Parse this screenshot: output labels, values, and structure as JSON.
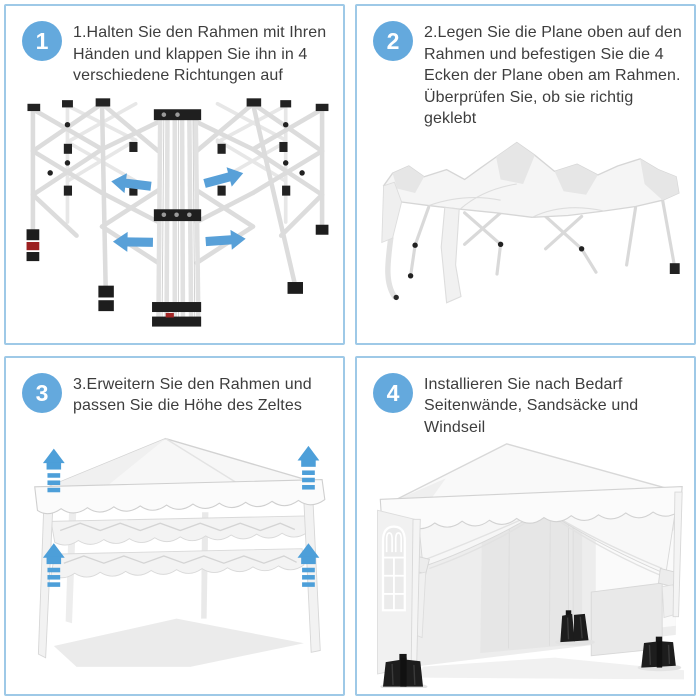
{
  "theme": {
    "panel_border_color": "#9ec9e7",
    "step_badge_color": "#64a9dd",
    "arrow_color": "#58a0d8",
    "text_color": "#3d3d3d",
    "sandbag_color": "#1d1d1d",
    "frame_foot_accent": "#9b2020"
  },
  "panels": [
    {
      "step": "1",
      "lines": [
        "1.Halten Sie den Rahmen mit Ihren",
        "Händen und klappen Sie ihn in 4",
        "verschiedene Richtungen auf"
      ],
      "illustration": "folded-scissor-frame-with-four-blue-expand-arrows"
    },
    {
      "step": "2",
      "lines": [
        "2.Legen Sie die Plane oben auf den",
        "Rahmen und befestigen Sie die 4",
        "Ecken der Plane oben am Rahmen.",
        "Überprüfen Sie, ob sie richtig geklebt"
      ],
      "illustration": "white-canopy-sheet-draped-over-expanded-frame"
    },
    {
      "step": "3",
      "lines": [
        "3.Erweitern Sie den Rahmen und",
        "passen Sie die Höhe des Zeltes"
      ],
      "illustration": "canopy-tent-with-four-blue-up-arrows-height-adjust"
    },
    {
      "step": "4",
      "lines": [
        "Installieren Sie nach Bedarf",
        "Seitenwände, Sandsäcke und Windseil"
      ],
      "illustration": "tent-with-sidewalls-window-door-curtains-sandbags"
    }
  ]
}
